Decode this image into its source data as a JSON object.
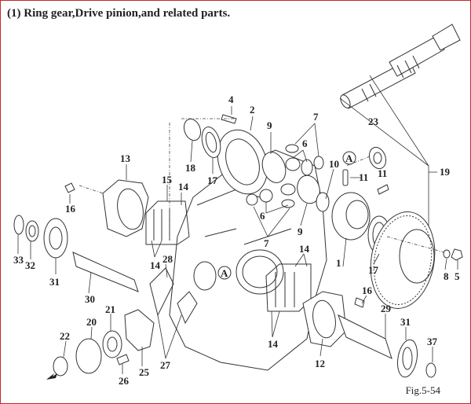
{
  "title": "(1) Ring gear,Drive pinion,and related parts.",
  "figure_label": "Fig.5-54",
  "colors": {
    "border": "#c0282d",
    "line": "#333333"
  },
  "callouts": {
    "c1": "1",
    "c2": "2",
    "c4": "4",
    "c5": "5",
    "c6a": "6",
    "c6b": "6",
    "c7a": "7",
    "c7b": "7",
    "c8": "8",
    "c9a": "9",
    "c9b": "9",
    "c10": "10",
    "c11a": "11",
    "c11b": "11",
    "c12": "12",
    "c13": "13",
    "c14a": "14",
    "c14b": "14",
    "c14c": "14",
    "c14d": "14",
    "c15": "15",
    "c16a": "16",
    "c16b": "16",
    "c17a": "17",
    "c17b": "17",
    "c18": "18",
    "c19": "19",
    "c20": "20",
    "c21": "21",
    "c22": "22",
    "c23": "23",
    "c25": "25",
    "c26": "26",
    "c27": "27",
    "c28": "28",
    "c29": "29",
    "c30": "30",
    "c31a": "31",
    "c31b": "31",
    "c32": "32",
    "c33": "33",
    "c37": "37",
    "refA1": "A",
    "refA2": "A"
  }
}
